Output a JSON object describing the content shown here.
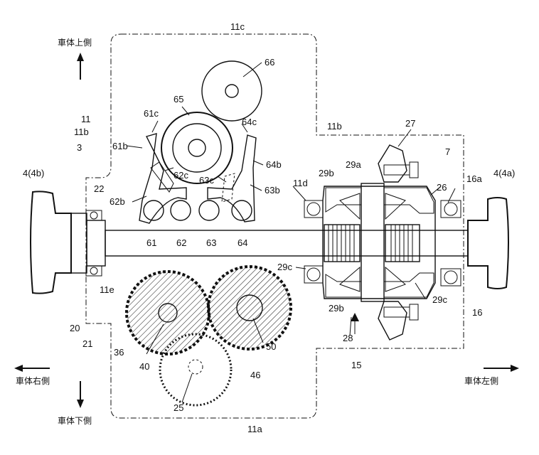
{
  "directions": {
    "up": "車体上側",
    "down": "車体下側",
    "right_side": "車体右側",
    "left_side": "車体左側"
  },
  "labels": {
    "l_11c": "11c",
    "l_66": "66",
    "l_65": "65",
    "l_11": "11",
    "l_11b_left": "11b",
    "l_61c": "61c",
    "l_64c": "64c",
    "l_3": "3",
    "l_61b": "61b",
    "l_64b": "64b",
    "l_62c": "62c",
    "l_63c": "63c",
    "l_22": "22",
    "l_62b": "62b",
    "l_63b": "63b",
    "l_61": "61",
    "l_62": "62",
    "l_63": "63",
    "l_64": "64",
    "l_4b": "4(4b)",
    "l_4a": "4(4a)",
    "l_11b_right": "11b",
    "l_27": "27",
    "l_7": "7",
    "l_29a": "29a",
    "l_29b_top": "29b",
    "l_11d": "11d",
    "l_16a": "16a",
    "l_26": "26",
    "l_29c_left": "29c",
    "l_29c_right": "29c",
    "l_11e": "11e",
    "l_29b_bottom": "29b",
    "l_16": "16",
    "l_20": "20",
    "l_21": "21",
    "l_28": "28",
    "l_36": "36",
    "l_50": "50",
    "l_40": "40",
    "l_46": "46",
    "l_15": "15",
    "l_25": "25",
    "l_11a": "11a"
  }
}
